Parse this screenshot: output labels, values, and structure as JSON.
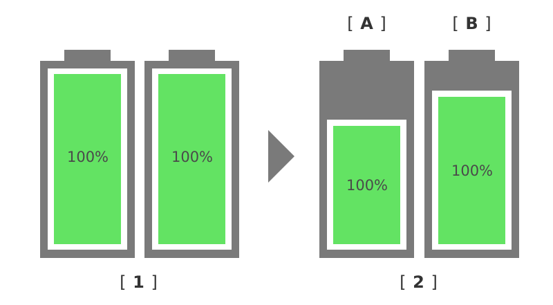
{
  "colors": {
    "casing": "#7a7a7a",
    "charge": "#63e363",
    "background": "#ffffff",
    "text": "#4a4a4a"
  },
  "group1": {
    "label_open": "[",
    "label_text": "1",
    "label_close": "]",
    "battery_left": {
      "charge_text": "100%",
      "charge_level": 1.0
    },
    "battery_right": {
      "charge_text": "100%",
      "charge_level": 1.0
    }
  },
  "group2": {
    "label_open": "[",
    "label_text": "2",
    "label_close": "]",
    "battery_a": {
      "tag_open": "[",
      "tag": "A",
      "tag_close": "]",
      "charge_text": "100%"
    },
    "battery_b": {
      "tag_open": "[",
      "tag": "B",
      "tag_close": "]",
      "charge_text": "100%"
    }
  },
  "arrow_icon": "play-triangle-icon"
}
